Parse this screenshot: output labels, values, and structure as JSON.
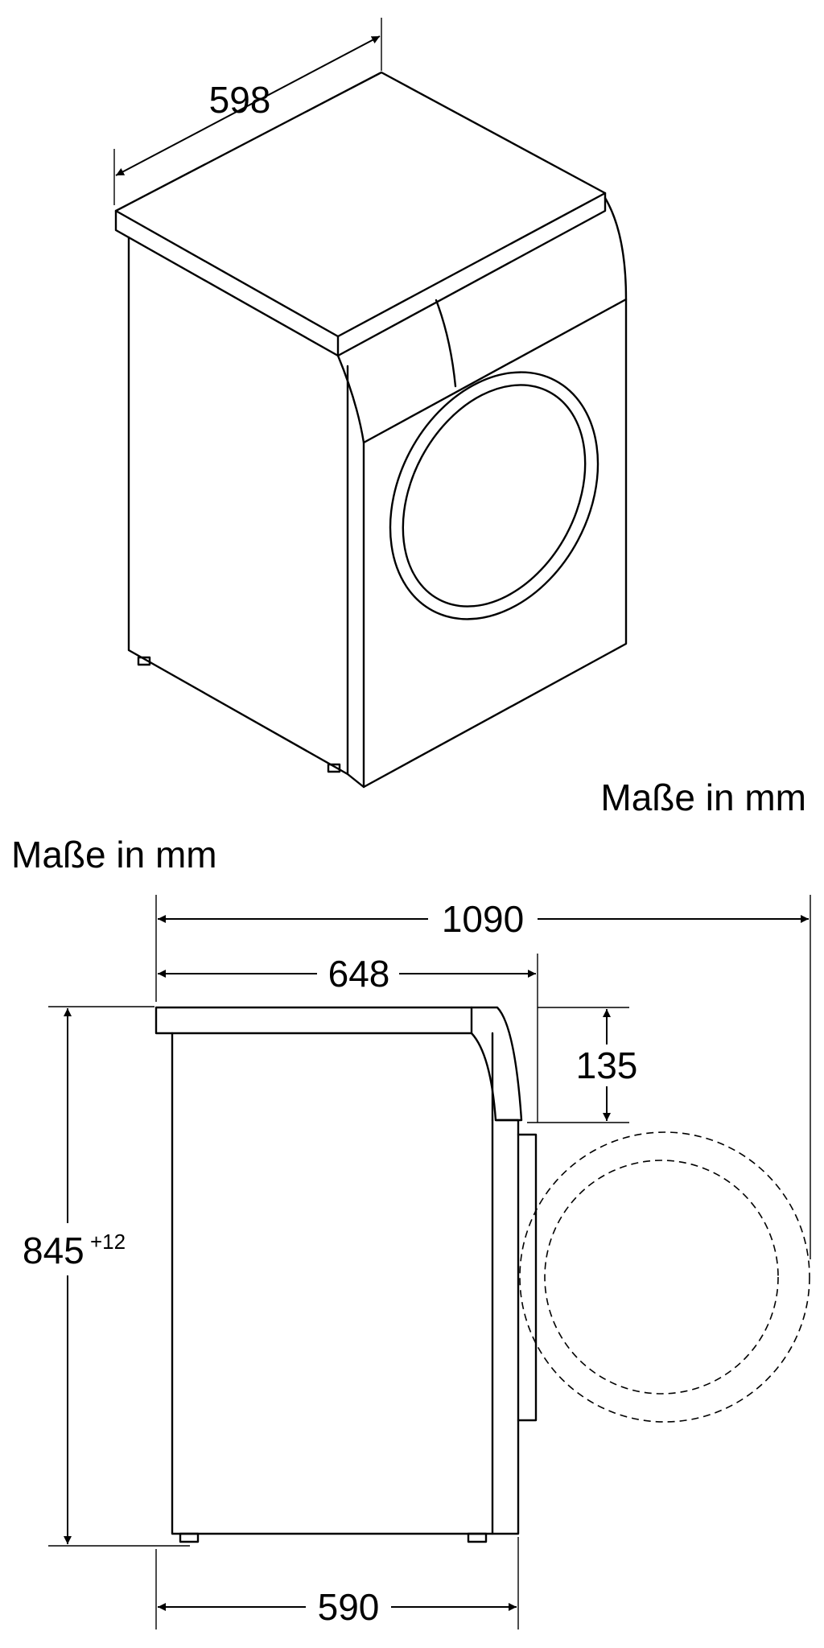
{
  "top_view": {
    "width_label": "598",
    "caption": "Maße in mm"
  },
  "side_view": {
    "caption": "Maße in mm",
    "depth_door_open_label": "1090",
    "depth_label": "648",
    "control_panel_height_label": "135",
    "height_label": "845",
    "height_tolerance_label": "+12",
    "body_depth_label": "590"
  }
}
